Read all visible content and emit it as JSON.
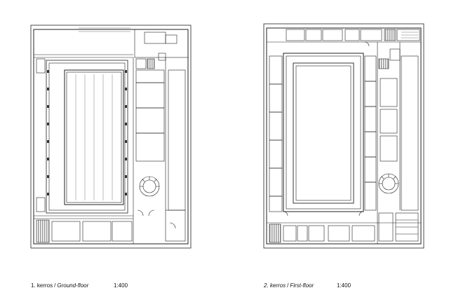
{
  "plans": [
    {
      "id": "ground-floor",
      "number_label": "1. kerros",
      "separator": "/",
      "english_label": "Ground-floor",
      "scale": "1:400"
    },
    {
      "id": "first-floor",
      "number_label": "2. kerros",
      "separator": "/",
      "english_label": "First-floor",
      "scale": "1:400"
    }
  ],
  "colors": {
    "line": "#222222",
    "background": "#ffffff",
    "fill_dark": "#333333",
    "fill_light": "#d8d8d8"
  }
}
